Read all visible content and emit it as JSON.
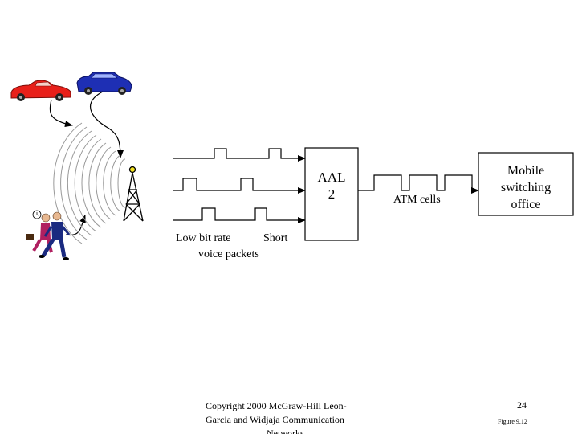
{
  "diagram": {
    "aal_block": {
      "line1": "AAL",
      "line2": "2"
    },
    "atm_cells_label": "ATM cells",
    "msc_block": {
      "line1": "Mobile",
      "line2": "switching",
      "line3": "office"
    },
    "packets_caption": {
      "part1": "Low bit rate",
      "part2": "Short",
      "part3": "voice packets"
    },
    "icons": [
      "red-car-icon",
      "blue-car-icon",
      "radio-waves-icon",
      "cell-tower-icon",
      "running-people-icon"
    ]
  },
  "footer": {
    "copyright_line1": "Copyright 2000 McGraw-Hill  Leon-",
    "copyright_line2": "Garcia and Widjaja  Communication",
    "copyright_line3": "Networks",
    "page_number": "24",
    "figure_label": "Figure 9.12"
  }
}
